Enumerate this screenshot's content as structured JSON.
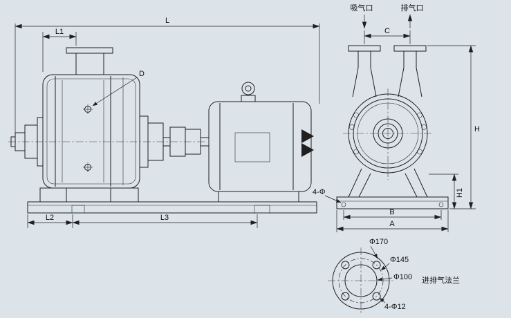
{
  "drawing": {
    "background_color": "#dce3e9",
    "line_color": "#1f1f1f"
  },
  "side_view": {
    "dims": {
      "L": "L",
      "L1": "L1",
      "L2": "L2",
      "L3": "L3"
    },
    "labels": {
      "D": "D"
    }
  },
  "front_view": {
    "ports": {
      "suction": "吸气口",
      "exhaust": "排气口"
    },
    "dims": {
      "C": "C",
      "H": "H",
      "H1": "H1",
      "B": "B",
      "A": "A"
    },
    "labels": {
      "foot_holes": "4-Φ"
    }
  },
  "flange_detail": {
    "outer_diameter": "Φ170",
    "bolt_circle_diameter": "Φ145",
    "bore_diameter": "Φ100",
    "bolt_holes": "4-Φ12",
    "title": "进排气法兰"
  }
}
